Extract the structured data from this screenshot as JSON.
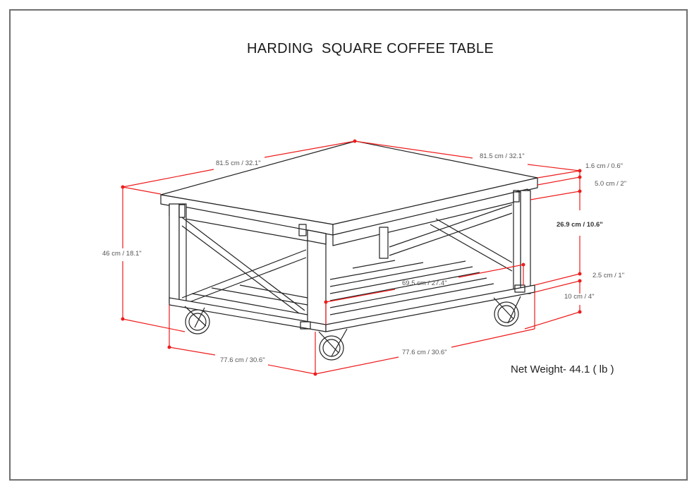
{
  "title": "HARDING  SQUARE COFFEE TABLE",
  "net_weight": "Net Weight- 44.1 ( lb )",
  "colors": {
    "dimension_line": "#ee1c1c",
    "outline": "#222222",
    "frame": "#6f6f6f",
    "label_text": "#555555"
  },
  "dimensions": {
    "top_width_left": "81.5 cm / 32.1\"",
    "top_depth_right": "81.5 cm / 32.1\"",
    "top_thickness": "1.6 cm / 0.6\"",
    "apron_height": "5.0 cm / 2\"",
    "shelf_clearance": "26.9 cm / 10.6\"",
    "shelf_thickness": "2.5 cm / 1\"",
    "caster_height": "10 cm / 4\"",
    "overall_height": "46 cm / 18.1\"",
    "shelf_length": "69.5 cm / 27.4\"",
    "base_width_left": "77.6 cm / 30.6\"",
    "base_depth_right": "77.6 cm / 30.6\""
  }
}
